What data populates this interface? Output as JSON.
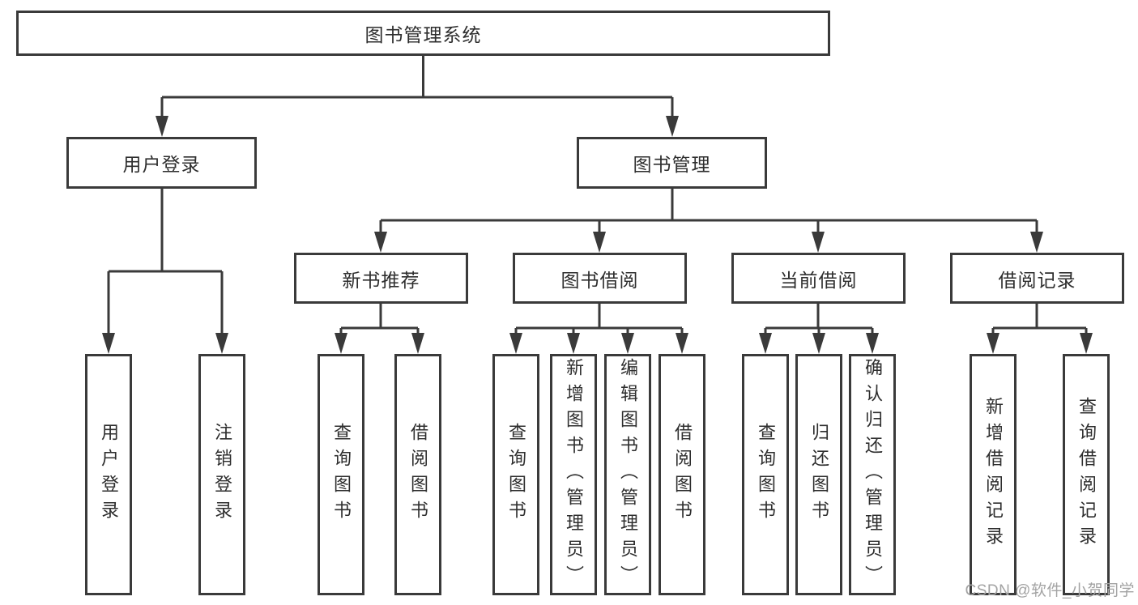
{
  "diagram": {
    "root": "图书管理系统",
    "level2": [
      "用户登录",
      "图书管理"
    ],
    "level3": [
      "新书推荐",
      "图书借阅",
      "当前借阅",
      "借阅记录"
    ],
    "leaves": {
      "user_login": [
        "用户登录",
        "注销登录"
      ],
      "new_books": [
        "查询图书",
        "借阅图书"
      ],
      "book_borrow": [
        "查询图书",
        "新增图书（管理员）",
        "编辑图书（管理员）",
        "借阅图书"
      ],
      "current_borrow": [
        "查询图书",
        "归还图书",
        "确认归还（管理员）"
      ],
      "borrow_records": [
        "新增借阅记录",
        "查询借阅记录"
      ]
    },
    "line_color": "#3a3a3a"
  },
  "watermark": "CSDN @软件_小贺同学"
}
